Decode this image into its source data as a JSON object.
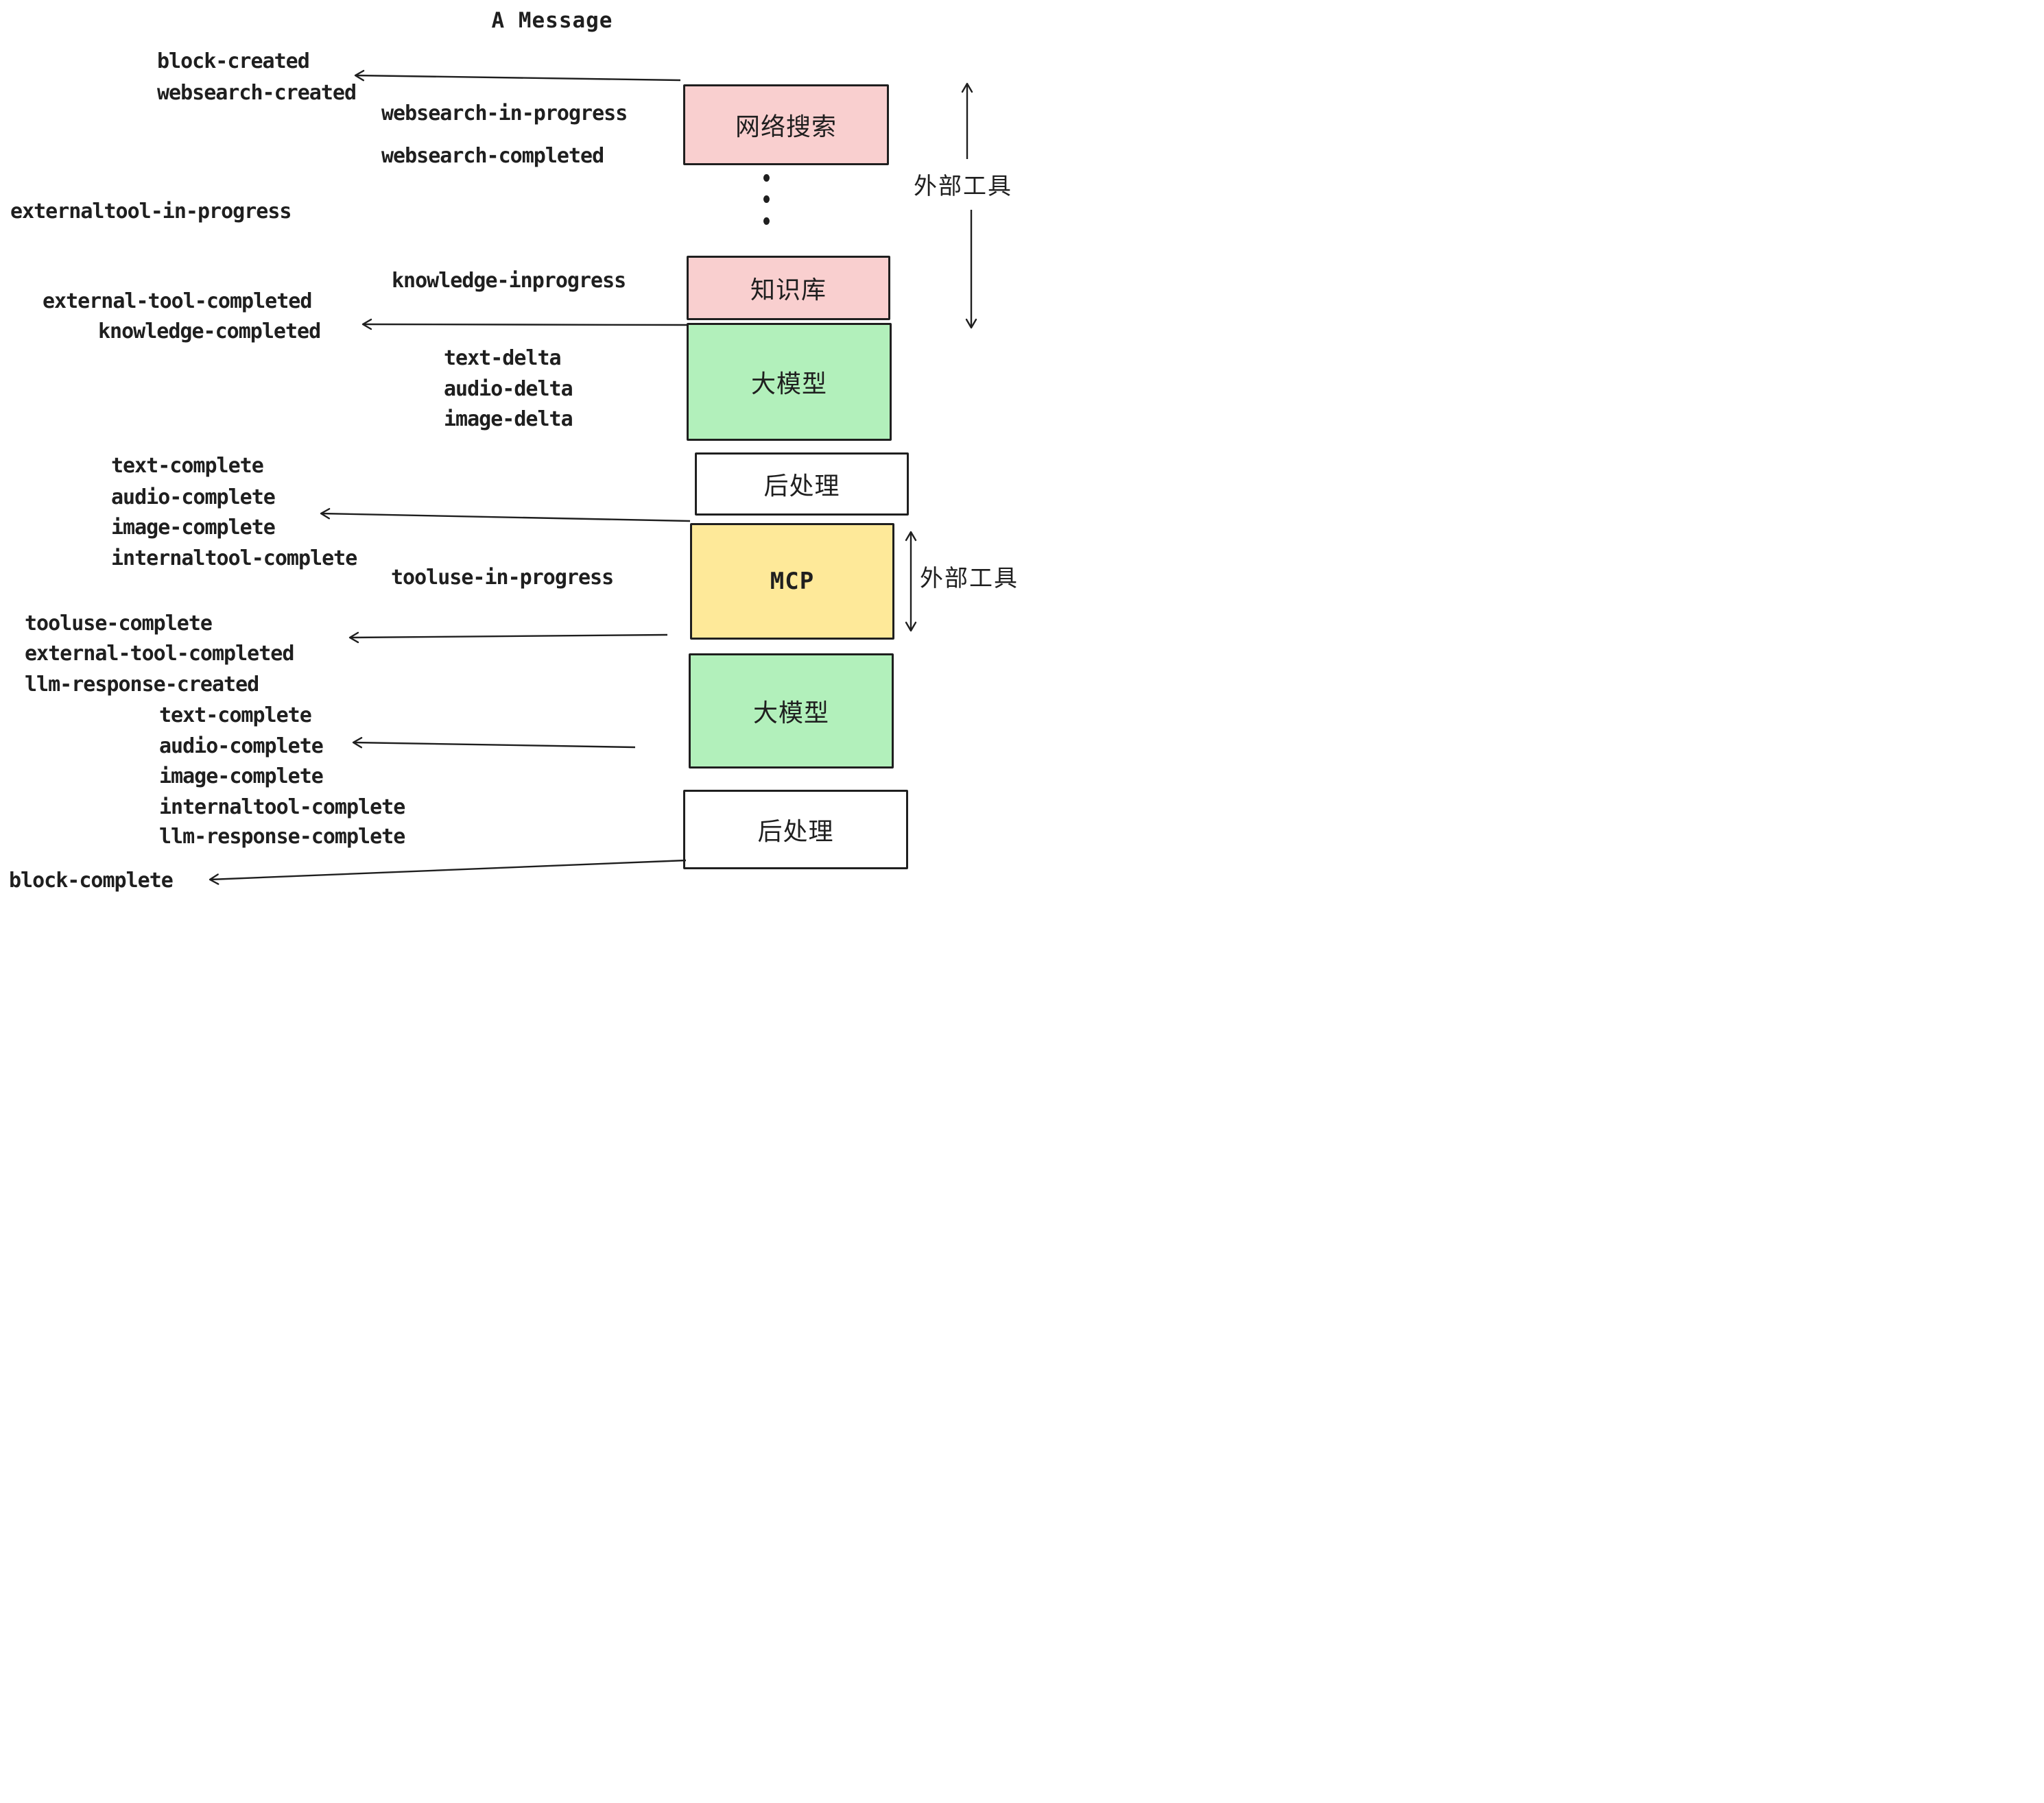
{
  "title": "A Message",
  "boxes": {
    "websearch": "网络搜索",
    "knowledge": "知识库",
    "llm_top": "大模型",
    "post_top": "后处理",
    "mcp": "MCP",
    "llm_bottom": "大模型",
    "post_bottom": "后处理"
  },
  "side_labels": {
    "external_tools_top": "外部工具",
    "external_tools_mid": "外部工具"
  },
  "events": {
    "block_created": "block-created",
    "websearch_created": "websearch-created",
    "websearch_in_progress": "websearch-in-progress",
    "websearch_completed": "websearch-completed",
    "externaltool_in_progress": "externaltool-in-progress",
    "knowledge_inprogress": "knowledge-inprogress",
    "external_tool_completed": "external-tool-completed",
    "knowledge_completed": "knowledge-completed",
    "text_delta_1": "text-delta",
    "audio_delta_1": "audio-delta",
    "image_delta_1": "image-delta",
    "text_complete_1": "text-complete",
    "audio_complete_1": "audio-complete",
    "image_complete_1": "image-complete",
    "internaltool_complete_1": "internaltool-complete",
    "tooluse_in_progress": "tooluse-in-progress",
    "tooluse_complete": "tooluse-complete",
    "external_tool_completed_2": "external-tool-completed",
    "llm_response_created": "llm-response-created",
    "text_complete_2": "text-complete",
    "audio_complete_2": "audio-complete",
    "image_complete_2": "image-complete",
    "internaltool_complete_2": "internaltool-complete",
    "llm_response_complete": "llm-response-complete",
    "block_complete": "block-complete"
  },
  "colors": {
    "pink": "#F9CFCF",
    "green": "#B2F0BB",
    "yellow": "#FEE999",
    "white": "#FFFFFF",
    "ink": "#1F1F1F"
  }
}
